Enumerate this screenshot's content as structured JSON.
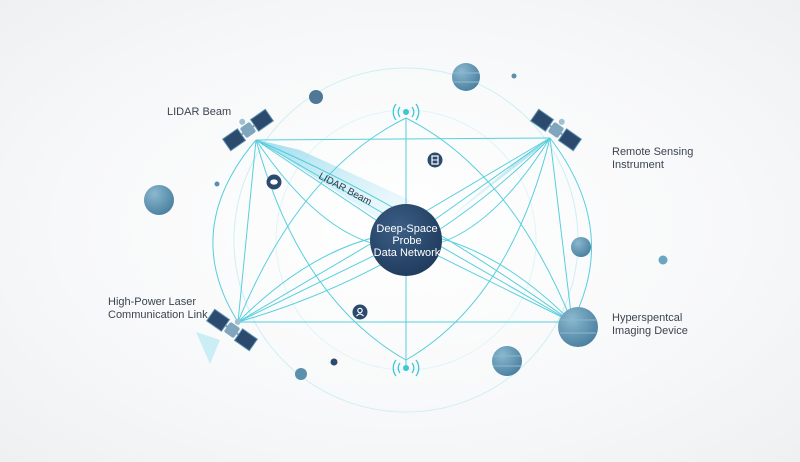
{
  "hub": {
    "lines": [
      "Deep-Space",
      "Probe",
      "Data Network"
    ]
  },
  "nodes": {
    "top_left": {
      "label": "LIDAR Beam"
    },
    "top_right": {
      "label_lines": [
        "Remote Sensing",
        "Instrument"
      ]
    },
    "bottom_left": {
      "label_lines": [
        "High-Power Laser",
        "Communication Link"
      ]
    },
    "bottom_right": {
      "label_lines": [
        "Hyperspentcal",
        "Imaging Device"
      ]
    }
  },
  "beam_label": "LIDAR Beam",
  "icons": [
    "antenna-icon",
    "antenna-icon",
    "chat-icon",
    "server-icon",
    "user-icon",
    "satellite-icon",
    "planet-icon"
  ],
  "colors": {
    "link": "#3cc7d8",
    "hub": "#2c4a6e",
    "planet": "#5b8fae",
    "beam": "#8fd9ea"
  }
}
